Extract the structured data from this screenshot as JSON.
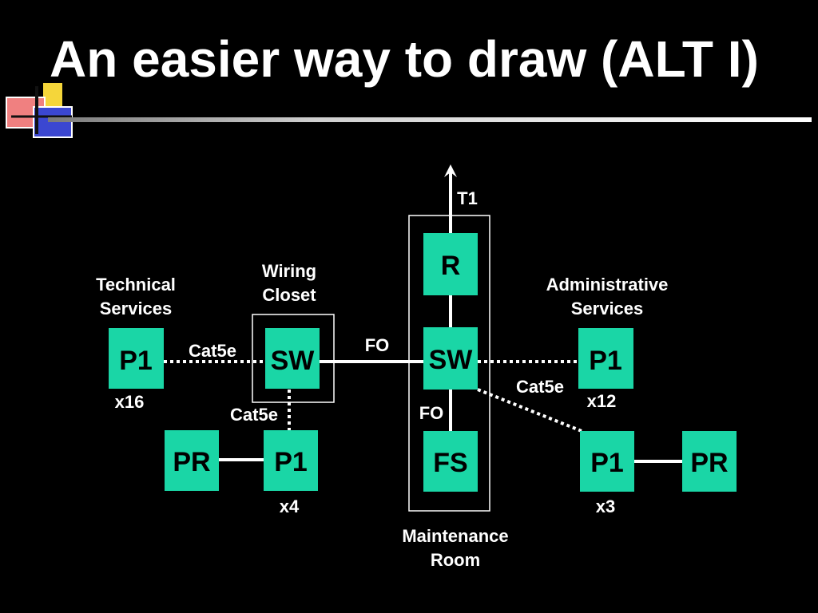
{
  "slide": {
    "title": "An easier way to draw (ALT I)"
  },
  "colors": {
    "background": "#000000",
    "node_fill": "#1ad6a6",
    "text": "#ffffff"
  },
  "locations": {
    "technical_services": [
      "Technical",
      "Services"
    ],
    "wiring_closet": [
      "Wiring",
      "Closet"
    ],
    "administrative_services": [
      "Administrative",
      "Services"
    ],
    "maintenance_room": [
      "Maintenance",
      "Room"
    ]
  },
  "nodes": {
    "tech_p1": "P1",
    "closet_sw": "SW",
    "closet_p1": "P1",
    "closet_pr": "PR",
    "router": "R",
    "core_sw": "SW",
    "fs": "FS",
    "admin_p1": "P1",
    "admin_p1b": "P1",
    "admin_pr": "PR"
  },
  "links": {
    "t1": "T1",
    "fo_top": "FO",
    "fo_bottom": "FO",
    "cat5e_tech": "Cat5e",
    "cat5e_closet": "Cat5e",
    "cat5e_admin": "Cat5e"
  },
  "counts": {
    "tech": "x16",
    "closet": "x4",
    "admin": "x12",
    "admin2": "x3"
  }
}
